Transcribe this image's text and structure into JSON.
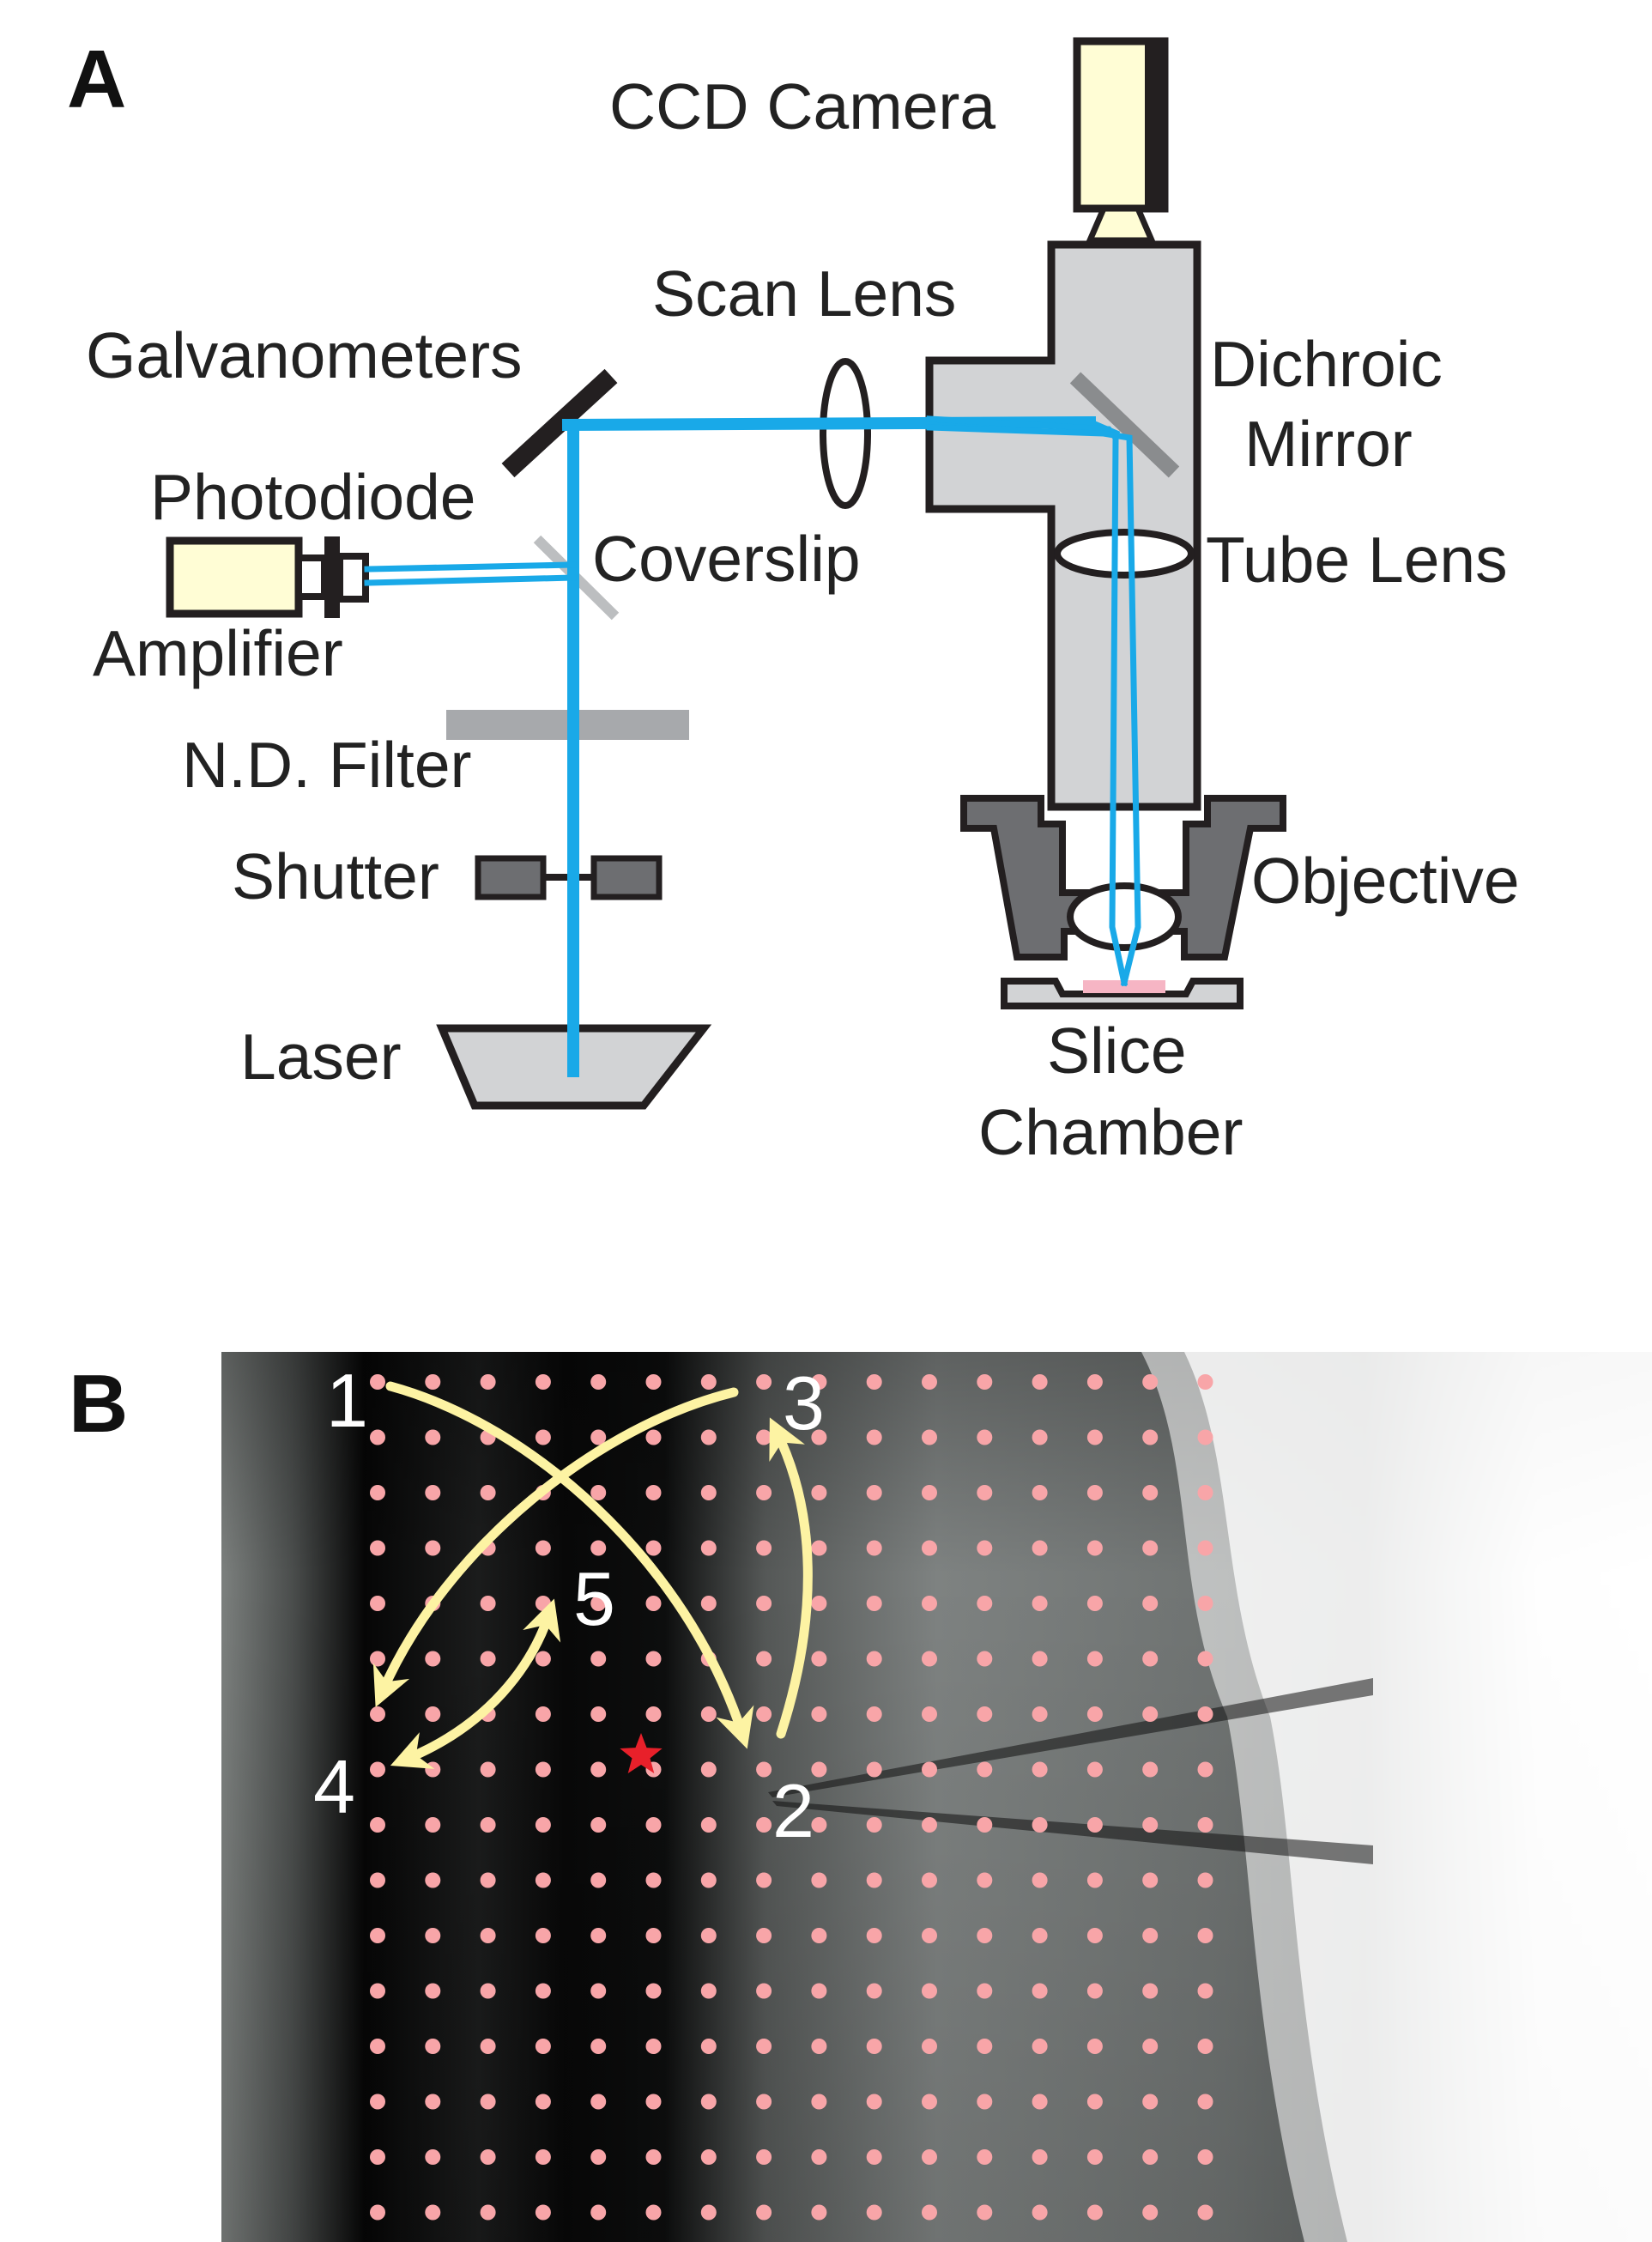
{
  "panels": {
    "a_label": "A",
    "b_label": "B"
  },
  "labels": {
    "ccd_camera": "CCD Camera",
    "scan_lens": "Scan Lens",
    "galvanometers": "Galvanometers",
    "dichroic_line1": "Dichroic",
    "dichroic_line2": "Mirror",
    "photodiode": "Photodiode",
    "coverslip": "Coverslip",
    "tube_lens": "Tube Lens",
    "amplifier": "Amplifier",
    "nd_filter": "N.D. Filter",
    "shutter": "Shutter",
    "objective": "Objective",
    "laser": "Laser",
    "slice_line1": "Slice",
    "slice_line2": "Chamber"
  },
  "stimulation_order": [
    "1",
    "2",
    "3",
    "4",
    "5"
  ],
  "colors": {
    "beam": "#19a9e8",
    "body_gray": "#d2d3d5",
    "dark_gray": "#6d6e71",
    "filter_gray": "#a7a9ac",
    "cream": "#fffdd5",
    "grid_dot": "#f8a5a8",
    "arrow": "#fdf3a3",
    "star": "#e8202a",
    "sample_pink": "#f6b5c4"
  }
}
